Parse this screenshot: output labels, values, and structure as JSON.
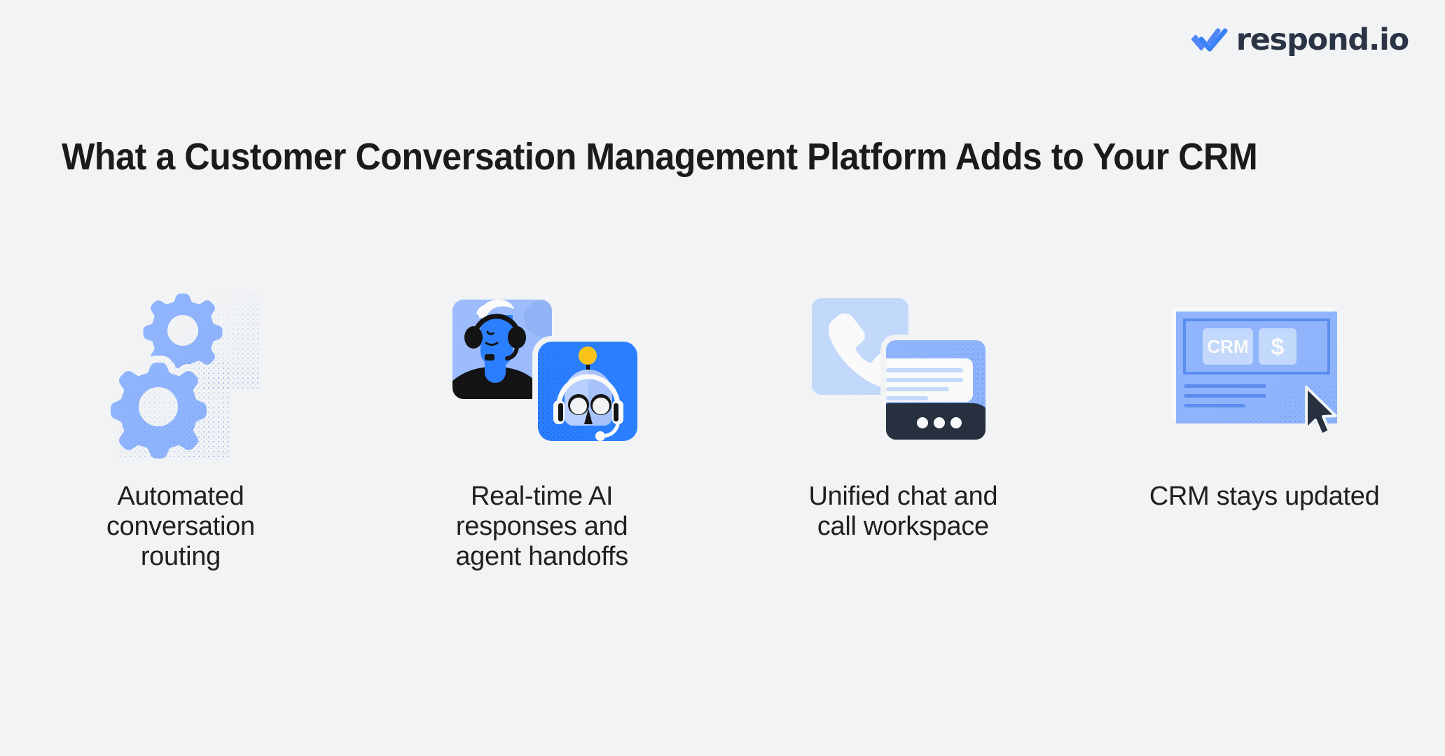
{
  "brand": {
    "logo_text": "respond.io",
    "logo_icon": "double-check-icon",
    "accent_blue": "#4F86F7",
    "accent_blue_dark": "#2B7FFF",
    "light_blue": "#8FB4FC",
    "pale_blue": "#C3D9FB",
    "dark_navy": "#26303F",
    "background": "#F2F3F4",
    "yellow": "#FCC419"
  },
  "header": {
    "title": "What a Customer Conversation Management Platform Adds to Your CRM"
  },
  "cards": [
    {
      "id": "automated-routing",
      "icon": "gears-icon",
      "caption": "Automated conversation routing"
    },
    {
      "id": "realtime-ai",
      "icon": "agent-and-robot-icon",
      "caption": "Real-time AI responses and agent handoffs"
    },
    {
      "id": "unified-workspace",
      "icon": "phone-and-chat-icon",
      "caption": "Unified chat and call workspace"
    },
    {
      "id": "crm-updated",
      "icon": "crm-dashboard-icon",
      "caption": "CRM stays updated",
      "labels": {
        "crm": "CRM",
        "currency": "$"
      }
    }
  ]
}
